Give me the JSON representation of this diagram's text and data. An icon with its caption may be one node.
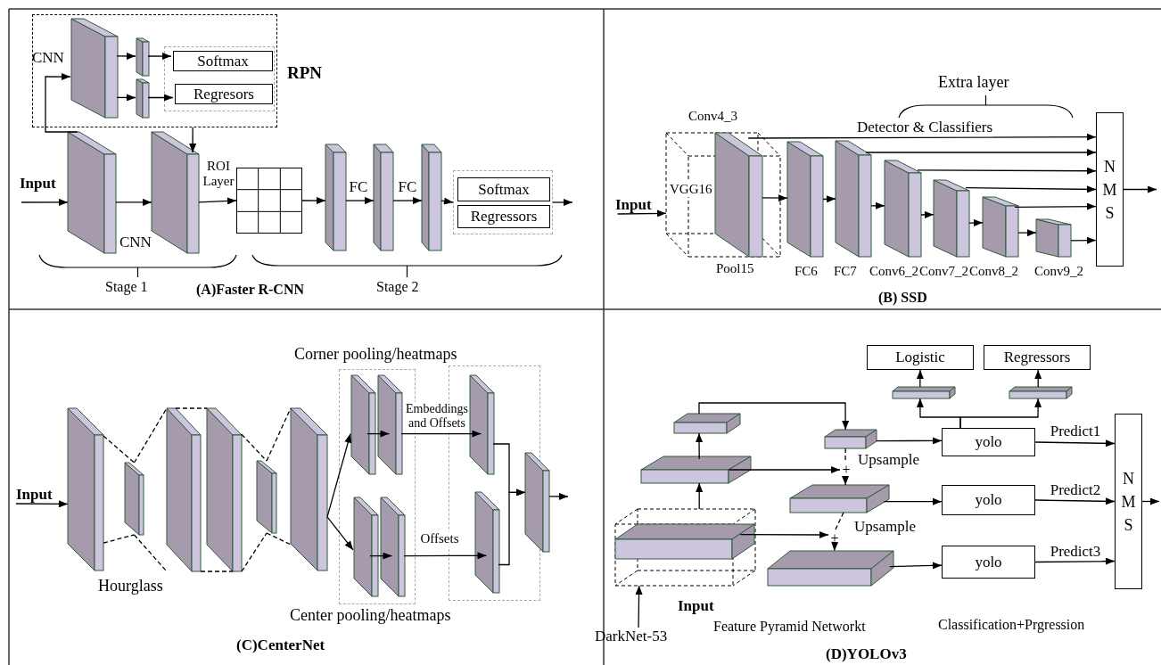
{
  "diagram": {
    "nodes": [
      {
        "text": [
          "RPN"
        ]
      },
      {
        "text": [],
        "shape": "box",
        "in": 0,
        "beside": [
          "CNN"
        ]
      },
      {
        "text": [],
        "shape": "box",
        "in": 0
      },
      {
        "text": [],
        "shape": "box",
        "in": 0
      },
      {
        "text": [],
        "shape": "box",
        "in": 0
      },
      {
        "text": [
          "Softmax"
        ],
        "in": 4
      },
      {
        "text": [
          "Regresors"
        ],
        "in": 4
      },
      {
        "text": [],
        "shape": "box"
      },
      {
        "text": [],
        "shape": "box",
        "beside": [
          "CNN"
        ]
      },
      {
        "text": [],
        "shape": "box",
        "beside": [
          "ROI Layer"
        ]
      },
      {
        "text": [],
        "shape": "box"
      },
      {
        "text": [],
        "shape": "box"
      },
      {
        "text": [],
        "shape": "box"
      },
      {
        "text": [],
        "shape": "box"
      },
      {
        "text": [
          "Softmax"
        ],
        "in": 13
      },
      {
        "text": [
          "Regressors"
        ],
        "in": 13
      },
      {
        "text": [
          "VGG16"
        ],
        "beside": [
          "Pool15"
        ]
      },
      {
        "text": [],
        "shape": "box",
        "in": 16,
        "beside": [
          "Conv4_3"
        ]
      },
      {
        "text": [],
        "shape": "box",
        "beside": [
          "FC6"
        ]
      },
      {
        "text": [],
        "shape": "box",
        "beside": [
          "FC7"
        ]
      },
      {
        "text": [],
        "shape": "box",
        "beside": [
          "Conv6_2"
        ]
      },
      {
        "text": [],
        "shape": "box",
        "beside": [
          "Conv7_2"
        ]
      },
      {
        "text": [],
        "shape": "box",
        "beside": [
          "Conv8_2"
        ]
      },
      {
        "text": [],
        "shape": "box",
        "beside": [
          "Conv9_2"
        ]
      },
      {
        "text": [
          "N M S"
        ]
      },
      {
        "text": [],
        "shape": "box"
      },
      {
        "text": [],
        "shape": "box"
      },
      {
        "text": [],
        "shape": "box"
      },
      {
        "text": [],
        "shape": "box"
      },
      {
        "text": [],
        "shape": "box"
      },
      {
        "text": [],
        "shape": "box"
      },
      {
        "text": [],
        "shape": "box"
      },
      {
        "text": [],
        "shape": "box",
        "in": 31
      },
      {
        "text": [],
        "shape": "box",
        "in": 31
      },
      {
        "text": [],
        "shape": "box",
        "in": 31
      },
      {
        "text": [],
        "shape": "box",
        "in": 31
      },
      {
        "text": [],
        "shape": "box"
      },
      {
        "text": [],
        "shape": "box",
        "in": 36
      },
      {
        "text": [],
        "shape": "box",
        "in": 36
      },
      {
        "text": [],
        "shape": "box"
      },
      {
        "text": [
          "DarkNet-53"
        ]
      },
      {
        "text": [],
        "shape": "box"
      },
      {
        "text": [],
        "shape": "box",
        "in": 41
      },
      {
        "text": [],
        "shape": "box"
      },
      {
        "text": [],
        "shape": "box"
      },
      {
        "text": [],
        "shape": "box"
      },
      {
        "text": [],
        "shape": "box"
      },
      {
        "text": [],
        "shape": "box"
      },
      {
        "text": [
          "+"
        ]
      },
      {
        "text": [
          "+"
        ]
      },
      {
        "text": [
          "yolo"
        ]
      },
      {
        "text": [
          "yolo"
        ]
      },
      {
        "text": [
          "yolo"
        ]
      },
      {
        "text": [],
        "shape": "box"
      },
      {
        "text": [],
        "shape": "box"
      },
      {
        "text": [
          "Logistic"
        ]
      },
      {
        "text": [
          "Regressors"
        ]
      },
      {
        "text": [
          "N M S"
        ]
      },
      {
        "text": [
          "Input"
        ]
      },
      {
        "text": [
          "Input"
        ]
      }
    ],
    "edges": [
      {
        "from": null,
        "to": 7,
        "arrow": "to"
      },
      {
        "from": 7,
        "to": 8,
        "arrow": "to"
      },
      {
        "from": 8,
        "to": 9,
        "arrow": "to"
      },
      {
        "from": 9,
        "to": 10,
        "arrow": "to"
      },
      {
        "from": 10,
        "to": 11,
        "arrow": "to",
        "label": "FC"
      },
      {
        "from": 11,
        "to": 12,
        "arrow": "to",
        "label": "FC"
      },
      {
        "from": 12,
        "to": 13,
        "arrow": "to"
      },
      {
        "from": 13,
        "to": null,
        "arrow": "to"
      },
      {
        "from": 7,
        "to": 1,
        "arrow": "to"
      },
      {
        "from": 1,
        "to": 2,
        "arrow": "to"
      },
      {
        "from": 1,
        "to": 3,
        "arrow": "to"
      },
      {
        "from": 2,
        "to": 5,
        "arrow": "to"
      },
      {
        "from": 3,
        "to": 6,
        "arrow": "to"
      },
      {
        "from": 0,
        "to": 8,
        "arrow": "to"
      },
      {
        "from": 58,
        "to": 16,
        "arrow": "to"
      },
      {
        "from": 17,
        "to": 18,
        "arrow": "to"
      },
      {
        "from": 18,
        "to": 19,
        "arrow": "to"
      },
      {
        "from": 19,
        "to": 20,
        "arrow": "to"
      },
      {
        "from": 20,
        "to": 21,
        "arrow": "to"
      },
      {
        "from": 21,
        "to": 22,
        "arrow": "to"
      },
      {
        "from": 22,
        "to": 23,
        "arrow": "to"
      },
      {
        "from": 17,
        "to": 24,
        "arrow": "to",
        "label": "Detector & Classifiers"
      },
      {
        "from": 19,
        "to": 24,
        "arrow": "to"
      },
      {
        "from": 20,
        "to": 24,
        "arrow": "to"
      },
      {
        "from": 21,
        "to": 24,
        "arrow": "to"
      },
      {
        "from": 22,
        "to": 24,
        "arrow": "to"
      },
      {
        "from": 23,
        "to": 24,
        "arrow": "to"
      },
      {
        "from": 24,
        "to": null,
        "arrow": "to"
      },
      {
        "from": 59,
        "to": 25,
        "arrow": "to"
      },
      {
        "from": 25,
        "to": 26,
        "arrow": "none",
        "style": "dashed"
      },
      {
        "from": 26,
        "to": 27,
        "arrow": "none",
        "style": "dashed"
      },
      {
        "from": 27,
        "to": 28,
        "arrow": "none",
        "style": "dashed"
      },
      {
        "from": 28,
        "to": 29,
        "arrow": "none",
        "style": "dashed"
      },
      {
        "from": 29,
        "to": 30,
        "arrow": "none",
        "style": "dashed"
      },
      {
        "from": 30,
        "to": 32,
        "arrow": "to"
      },
      {
        "from": 30,
        "to": 34,
        "arrow": "to"
      },
      {
        "from": 32,
        "to": 33,
        "arrow": "to"
      },
      {
        "from": 34,
        "to": 35,
        "arrow": "to"
      },
      {
        "from": 33,
        "to": 37,
        "arrow": "to",
        "label": "Embeddings and Offsets"
      },
      {
        "from": 35,
        "to": 38,
        "arrow": "to",
        "label": "Offsets"
      },
      {
        "from": 37,
        "to": 39,
        "arrow": "to"
      },
      {
        "from": 38,
        "to": 39,
        "arrow": "to"
      },
      {
        "from": 39,
        "to": null,
        "arrow": "to"
      },
      {
        "from": 40,
        "to": 41,
        "arrow": "to"
      },
      {
        "from": 41,
        "to": 43,
        "arrow": "to"
      },
      {
        "from": 43,
        "to": 44,
        "arrow": "to"
      },
      {
        "from": 44,
        "to": 45,
        "arrow": "to"
      },
      {
        "from": 43,
        "to": 48,
        "arrow": "to"
      },
      {
        "from": 45,
        "to": 48,
        "arrow": "none",
        "style": "dashed"
      },
      {
        "from": 48,
        "to": 46,
        "arrow": "to",
        "style": "dashed"
      },
      {
        "from": 42,
        "to": 49,
        "arrow": "to"
      },
      {
        "from": 46,
        "to": 49,
        "arrow": "none",
        "style": "dashed"
      },
      {
        "from": 49,
        "to": 47,
        "arrow": "to",
        "style": "dashed"
      },
      {
        "from": 45,
        "to": 50,
        "arrow": "to"
      },
      {
        "from": 46,
        "to": 51,
        "arrow": "to"
      },
      {
        "from": 47,
        "to": 52,
        "arrow": "to"
      },
      {
        "from": 50,
        "to": 53,
        "arrow": "to"
      },
      {
        "from": 50,
        "to": 54,
        "arrow": "to"
      },
      {
        "from": 53,
        "to": 55,
        "arrow": "to"
      },
      {
        "from": 54,
        "to": 56,
        "arrow": "to"
      },
      {
        "from": 50,
        "to": 57,
        "arrow": "to",
        "label": "Predict1"
      },
      {
        "from": 51,
        "to": 57,
        "arrow": "to",
        "label": "Predict2"
      },
      {
        "from": 52,
        "to": 57,
        "arrow": "to",
        "label": "Predict3"
      },
      {
        "from": 57,
        "to": null,
        "arrow": "to"
      },
      {
        "from": 25,
        "to": 26,
        "arrow": "none",
        "style": "dashed"
      },
      {
        "from": 26,
        "to": 27,
        "arrow": "none",
        "style": "dashed"
      },
      {
        "from": 27,
        "to": 28,
        "arrow": "none",
        "style": "dashed"
      },
      {
        "from": 28,
        "to": 29,
        "arrow": "none",
        "style": "dashed"
      },
      {
        "from": 29,
        "to": 30,
        "arrow": "none",
        "style": "dashed"
      }
    ],
    "labels": [
      "Input",
      "Stage 1",
      "(A)Faster R-CNN",
      "Stage 2",
      "Extra layer",
      "(B) SSD",
      "Corner pooling/heatmaps",
      "Hourglass",
      "Center pooling/heatmaps",
      "(C)CenterNet",
      "Upsample",
      "Upsample",
      "Input",
      "Feature Pyramid Networkt",
      "Classification+Prgression",
      "(D)YOLOv3"
    ]
  }
}
